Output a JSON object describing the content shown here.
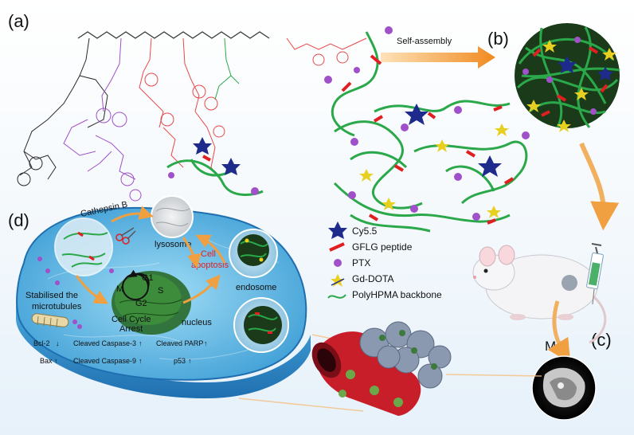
{
  "panels": {
    "a": "(a)",
    "b": "(b)",
    "c": "(c)",
    "d": "(d)"
  },
  "labels": {
    "self_assembly": "Self-assembly",
    "cathepsin": "Cathepsin B",
    "lysosome": "lysosome",
    "cell_apoptosis_1": "Cell",
    "cell_apoptosis_2": "apoptosis",
    "endosome": "endosome",
    "stabilised_1": "Stabilised the",
    "stabilised_2": "microtubules",
    "cycle_1": "Cell Cycle",
    "cycle_2": "Arrest",
    "nucleus": "nucleus",
    "mri": "MRI",
    "g1": "G1",
    "s": "S",
    "g2": "G2",
    "m": "M"
  },
  "markers": {
    "bcl2": "Bcl-2",
    "bax": "Bax",
    "caspase3": "Cleaved Caspase-3",
    "caspase9": "Cleaved Caspase-9",
    "parp": "Cleaved PARP",
    "p53": "p53"
  },
  "legend": [
    {
      "text": "Cy5.5"
    },
    {
      "text": "GFLG peptide"
    },
    {
      "text": "PTX"
    },
    {
      "text": "Gd-DOTA"
    },
    {
      "text": "PolyHPMA backbone"
    }
  ],
  "colors": {
    "backbone": "#2aa84a",
    "peptide": "#e02020",
    "ptx": "#a050c8",
    "cy55": "#1e2a8c",
    "gd": "#e8d020",
    "arrow": "#f0a040"
  }
}
